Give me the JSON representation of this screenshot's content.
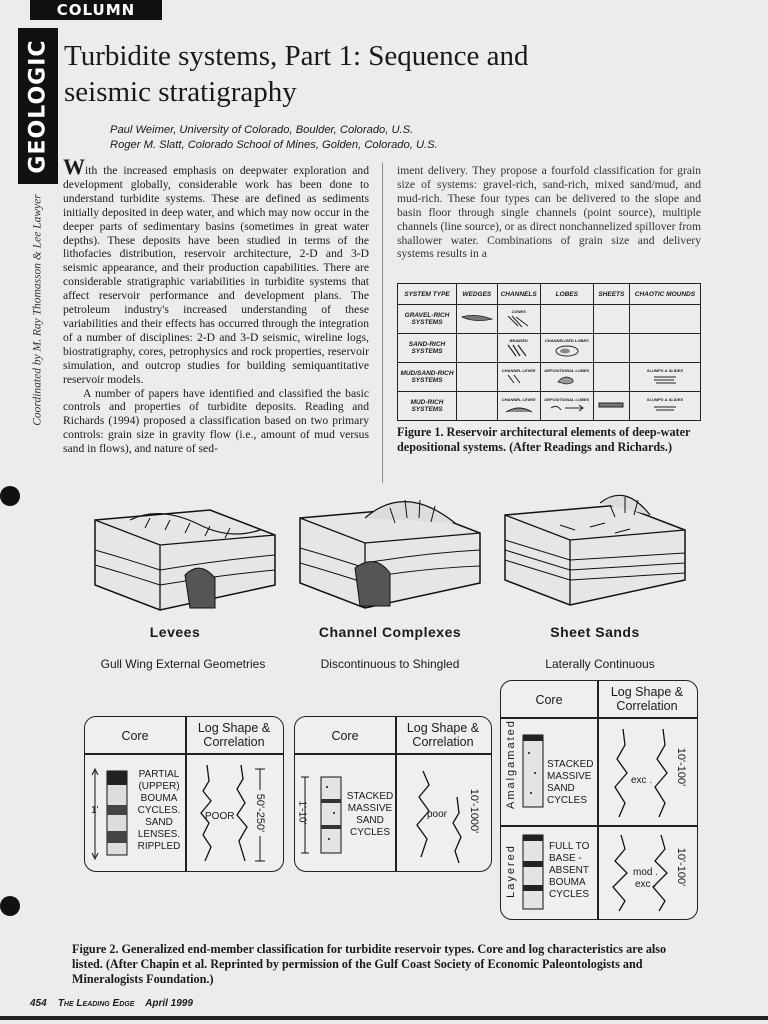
{
  "column_banner": "COLUMN",
  "side_tab": "GEOLOGIC",
  "coordinator": "Coordinated by M. Ray Thomasson & Lee Lawyer",
  "title_line1": "Turbidite systems, Part 1: Sequence and",
  "title_line2": "seismic stratigraphy",
  "author1": "Paul Weimer, University of Colorado, Boulder, Colorado, U.S.",
  "author2": "Roger M. Slatt, Colorado School of Mines, Golden, Colorado, U.S.",
  "left_col": {
    "dropcap": "W",
    "para1": "ith the increased emphasis on deepwater exploration and development globally, considerable work has been done to understand turbidite systems. These are defined as sediments initially deposited in deep water, and which may now occur in the deeper parts of sedimentary basins (sometimes in great water depths). These deposits have been studied in terms of the lithofacies distribution, reservoir architecture, 2-D and 3-D seismic appearance, and their production capabilities. There are considerable stratigraphic variabilities in turbidite systems that affect reservoir performance and development plans. The petroleum industry's increased understanding of these variabilities and their effects has occurred through the integration of a number of disciplines: 2-D and 3-D seismic, wireline logs, biostratigraphy, cores, petrophysics and rock properties, reservoir simulation, and outcrop studies for building semiquantitative reservoir models.",
    "para2": "A number of papers have identified and classified the basic controls and properties of turbidite deposits. Reading and Richards (1994) proposed a classification based on two primary controls: grain size in gravity flow (i.e., amount of mud versus sand in flows), and nature of sed-"
  },
  "right_col": {
    "para": "iment delivery. They propose a fourfold classification for grain size of systems: gravel-rich, sand-rich, mixed sand/mud, and mud-rich. These four types can be delivered to the slope and basin floor through single channels (point source), multiple channels (line source), or as direct nonchannelized spillover from shallower water. Combinations of grain size and delivery systems results in a"
  },
  "figure1": {
    "headers": [
      "SYSTEM TYPE",
      "WEDGES",
      "CHANNELS",
      "LOBES",
      "SHEETS",
      "CHAOTIC MOUNDS"
    ],
    "rows": [
      {
        "type": "GRAVEL-RICH SYSTEMS",
        "channels_label": "CONES"
      },
      {
        "type": "SAND-RICH SYSTEMS",
        "channels_label": "BRAIDED",
        "lobes_label": "CHANNELISED LOBES"
      },
      {
        "type": "MUD/SAND-RICH SYSTEMS",
        "channels_label": "CHANNEL LEVEE",
        "lobes_label": "DEPOSITIONAL LOBES",
        "mounds_label": "SLUMPS & SLIDES"
      },
      {
        "type": "MUD-RICH SYSTEMS",
        "channels_label": "CHANNEL LEVEE",
        "lobes_label": "DEPOSITIONAL LOBES",
        "mounds_label": "SLUMPS & SLIDES"
      }
    ],
    "caption": "Figure 1. Reservoir architectural elements of deep-water depositional systems. (After Readings and Richards.)"
  },
  "figure2": {
    "panels": [
      {
        "title": "Levees",
        "subtitle": "Gull Wing External Geometries"
      },
      {
        "title": "Channel Complexes",
        "subtitle": "Discontinuous to Shingled"
      },
      {
        "title": "Sheet Sands",
        "subtitle": "Laterally Continuous"
      }
    ],
    "core_header": "Core",
    "log_header": "Log Shape & Correlation",
    "levee_desc": [
      "PARTIAL",
      "(UPPER)",
      "BOUMA",
      "CYCLES.",
      "SAND",
      "LENSES.",
      "RIPPLED"
    ],
    "levee_scale": "1'",
    "levee_log": "POOR",
    "levee_range": "50'-250'",
    "channel_desc": [
      "STACKED",
      "MASSIVE",
      "SAND",
      "CYCLES"
    ],
    "channel_scale": "1'-10'",
    "channel_log": "poor",
    "channel_range": "10'-1000'",
    "sheet_amalg_label": "Amalgamated",
    "sheet_layered_label": "Layered",
    "sheet_desc1": [
      "STACKED",
      "MASSIVE",
      "SAND",
      "CYCLES"
    ],
    "sheet_desc2": [
      "FULL TO",
      "BASE -",
      "ABSENT",
      "BOUMA",
      "CYCLES"
    ],
    "sheet_log1": "exc .",
    "sheet_log2a": "mod .",
    "sheet_log2b": "exc .",
    "sheet_range": "10'-100'",
    "caption": "Figure 2. Generalized end-member classification for turbidite reservoir types. Core and log characteristics are also listed. (After Chapin et al. Reprinted by permission of the Gulf Coast Society of Economic Paleontologists and Mineralogists Foundation.)"
  },
  "footer": {
    "page": "454",
    "journal": "The Leading Edge",
    "date": "April 1999"
  }
}
